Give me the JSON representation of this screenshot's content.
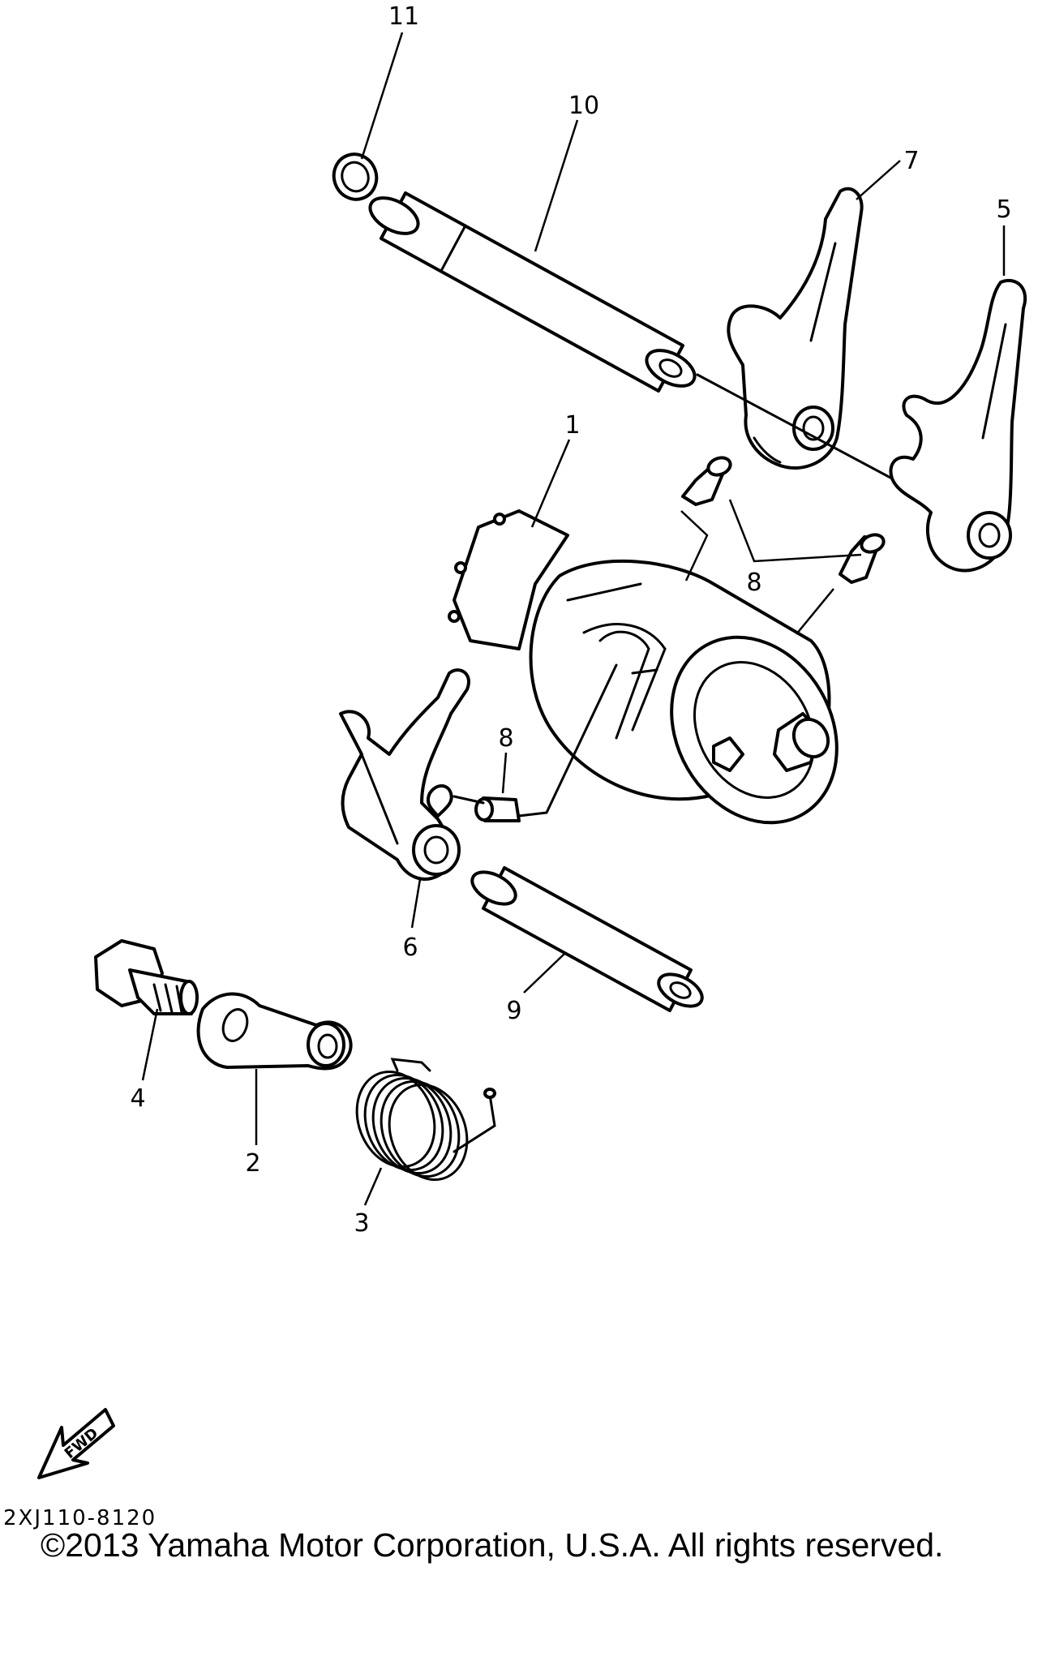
{
  "callouts": {
    "c1": "1",
    "c2": "2",
    "c3": "3",
    "c4": "4",
    "c5": "5",
    "c6": "6",
    "c7": "7",
    "c8a": "8",
    "c8b": "8",
    "c9": "9",
    "c10": "10",
    "c11": "11"
  },
  "fwd_label": "FWD",
  "diagram_code": "2XJ110-8120",
  "copyright": "©2013 Yamaha Motor Corporation, U.S.A. All rights reserved."
}
